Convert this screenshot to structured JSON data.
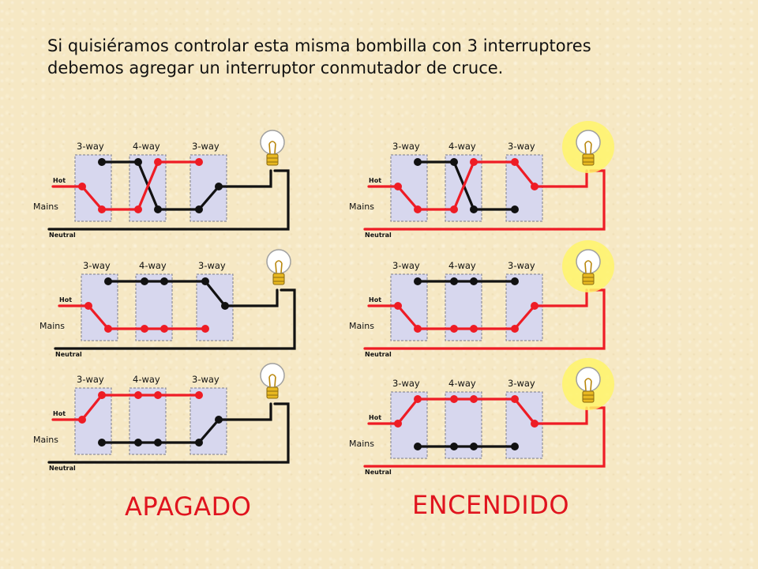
{
  "intro_text": "Si quisiéramos controlar esta misma bombilla con 3 interruptores debemos agregar un interruptor conmutador de cruce.",
  "labels": {
    "three_way": "3-way",
    "four_way": "4-way",
    "hot": "Hot",
    "mains": "Mains",
    "neutral": "Neutral"
  },
  "states": {
    "off": "APAGADO",
    "on": "ENCENDIDO"
  },
  "colors": {
    "live_wire": "#ee1c25",
    "dead_wire": "#111111",
    "switch_box": "#d7d7ee",
    "glow": "#fff46a",
    "state_text": "#e0141e"
  },
  "diagrams": [
    {
      "column": "off",
      "lit": false,
      "s1": "down",
      "mid": "cross",
      "s3": "down"
    },
    {
      "column": "off",
      "lit": false,
      "s1": "down",
      "mid": "straight",
      "s3": "up"
    },
    {
      "column": "off",
      "lit": false,
      "s1": "up",
      "mid": "straight",
      "s3": "down"
    },
    {
      "column": "on",
      "lit": true,
      "s1": "down",
      "mid": "cross",
      "s3": "up"
    },
    {
      "column": "on",
      "lit": true,
      "s1": "down",
      "mid": "straight",
      "s3": "down"
    },
    {
      "column": "on",
      "lit": true,
      "s1": "up",
      "mid": "straight",
      "s3": "up"
    }
  ]
}
